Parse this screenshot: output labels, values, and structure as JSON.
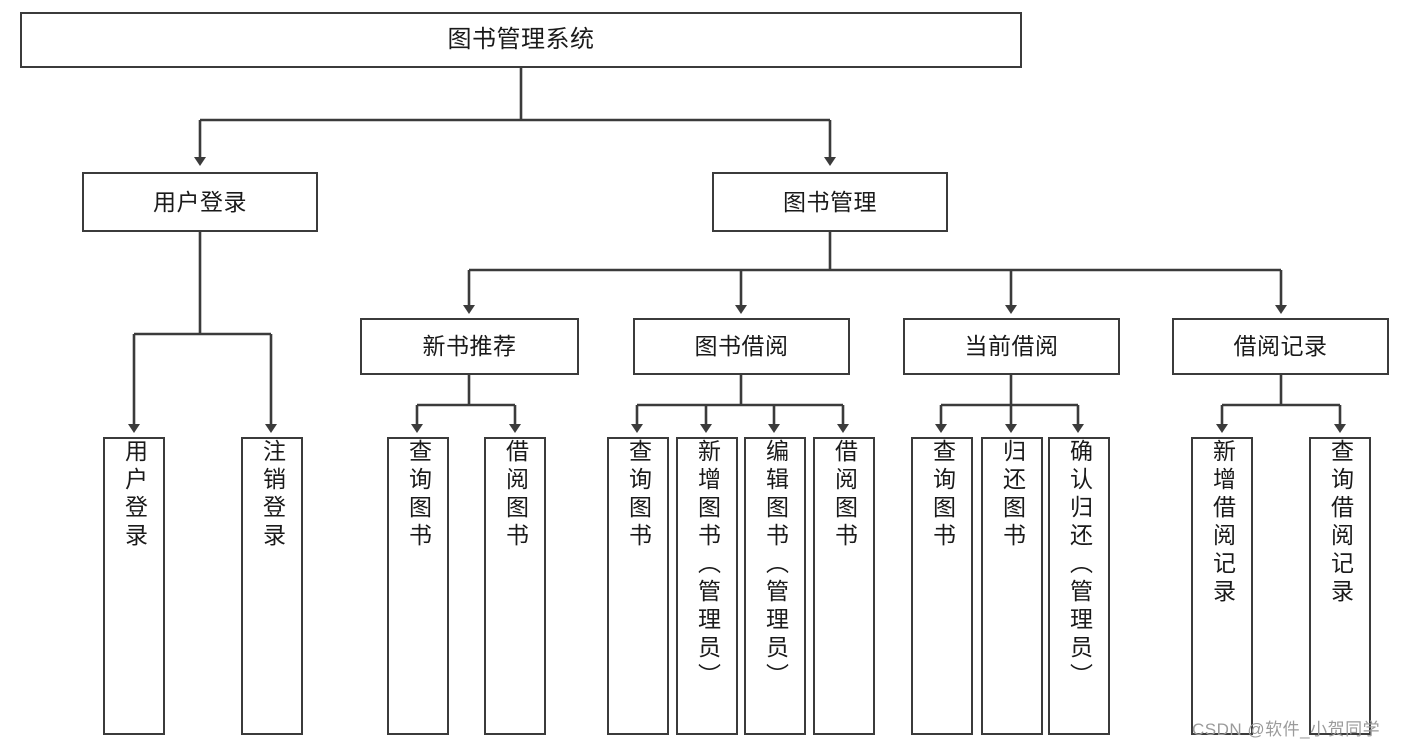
{
  "diagram": {
    "title": "图书管理系统",
    "type": "hierarchy-tree",
    "levels": {
      "root": {
        "label": "图书管理系统"
      },
      "level2": [
        {
          "label": "用户登录"
        },
        {
          "label": "图书管理"
        }
      ],
      "level3": [
        {
          "label": "新书推荐"
        },
        {
          "label": "图书借阅"
        },
        {
          "label": "当前借阅"
        },
        {
          "label": "借阅记录"
        }
      ],
      "leaves": [
        {
          "label": "用户登录",
          "parent": "用户登录"
        },
        {
          "label": "注销登录",
          "parent": "用户登录"
        },
        {
          "label": "查询图书",
          "parent": "新书推荐"
        },
        {
          "label": "借阅图书",
          "parent": "新书推荐"
        },
        {
          "label": "查询图书",
          "parent": "图书借阅"
        },
        {
          "label": "新增图书（管理员）",
          "parent": "图书借阅"
        },
        {
          "label": "编辑图书（管理员）",
          "parent": "图书借阅"
        },
        {
          "label": "借阅图书",
          "parent": "图书借阅"
        },
        {
          "label": "查询图书",
          "parent": "当前借阅"
        },
        {
          "label": "归还图书",
          "parent": "当前借阅"
        },
        {
          "label": "确认归还（管理员）",
          "parent": "当前借阅"
        },
        {
          "label": "新增借阅记录",
          "parent": "借阅记录"
        },
        {
          "label": "查询借阅记录",
          "parent": "借阅记录"
        }
      ]
    },
    "colors": {
      "border": "#3b3b3b",
      "background": "#ffffff",
      "text": "#1a1a1a",
      "watermark": "#9b9b9b"
    }
  },
  "watermark": {
    "text": "CSDN @软件_小贺同学"
  }
}
